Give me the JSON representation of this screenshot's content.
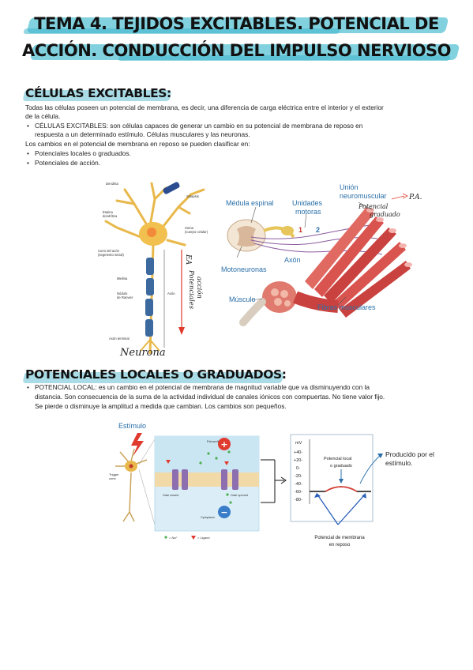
{
  "title": {
    "line1": "TEMA 4. TEJIDOS EXCITABLES. POTENCIAL DE",
    "line2": "ACCIÓN. CONDUCCIÓN DEL IMPULSO NERVIOSO"
  },
  "section1": {
    "heading": "CÉLULAS EXCITABLES:",
    "intro_l1": "Todas las células poseen un potencial de membrana, es decir, una diferencia de carga eléctrica entre el interior y el exterior",
    "intro_l2": "de la célula.",
    "bullet1_l1": "CÉLULAS EXCITABLES: son células capaces de generar un cambio en su potencial de membrana de reposo en",
    "bullet1_l2": "respuesta a un determinado estímulo. Células musculares y las neuronas.",
    "changes": "Los cambios en el potencial de membrana en reposo se pueden clasificar en:",
    "list": [
      "Potenciales locales o graduados.",
      "Potenciales de acción."
    ]
  },
  "neuron_figure": {
    "labels": [
      "Dendrita",
      "Sinapsis",
      "Espina",
      "dendrítica",
      "Soma",
      "(cuerpo celular)",
      "Cono del axón",
      "(segmento inicial)",
      "Mielina",
      "Nódulo",
      "de Ranvier",
      "Axón",
      "Axón terminal"
    ],
    "hand_ea": "EA",
    "hand_pot1": "Potenciales",
    "hand_pot2": "acción",
    "hand_neurona": "Neurona"
  },
  "muscle_figure": {
    "medula": "Médula espinal",
    "unidades1": "Unidades",
    "unidades2": "motoras",
    "union1": "Unión",
    "union2": "neuromuscular",
    "hand_potencial": "Potencial",
    "hand_graduado": "graduado",
    "pa": "P.A.",
    "num1": "1",
    "num2": "2",
    "axon": "Axón",
    "motoneuronas": "Motoneuronas",
    "musculo": "Músculo",
    "fibras": "Fibras musculares"
  },
  "section2": {
    "heading": "POTENCIALES LOCALES O GRADUADOS:",
    "bullet_l1": "POTENCIAL LOCAL: es un cambio en el potencial de membrana de magnitud variable que va disminuyendo con la",
    "bullet_l2": "distancia. Son consecuencia de la suma de la actividad individual de canales iónicos con compuertas. No tiene valor fijo.",
    "bullet_l3": "Se pierde o disminuye la amplitud a medida que cambian. Los cambios son pequeños."
  },
  "graded_figure": {
    "estimulo": "Estímulo",
    "trigger1": "Trigger",
    "trigger2": "zone",
    "extracellular": "Extracellular fluid",
    "gate_closed": "Gate closed",
    "gate_opened": "Gate opened",
    "cytoplasm": "Cytoplasm",
    "legend_na": "= Na⁺",
    "legend_ligand": "= Ligand",
    "plus": "+",
    "minus": "−",
    "mv": "mV",
    "ticks": [
      "+40-",
      "+20-",
      "0-",
      "-20-",
      "-40-",
      "-60-",
      "-80-"
    ],
    "pot_local1": "Potencial local",
    "pot_local2": "o graduado",
    "reposo1": "Potencial de membrana",
    "reposo2": "en reposo",
    "producido1": "Producido por el",
    "producido2": "estímulo."
  },
  "colors": {
    "brush_teal": "#3fb7cc",
    "section_bg": "#a9dce6",
    "axis_blue": "#2a6fa8",
    "muscle_red": "#d9534f",
    "stimulus_red": "#e03a2f"
  }
}
